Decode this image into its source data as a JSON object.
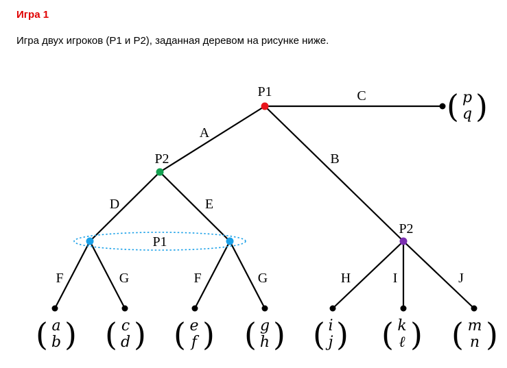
{
  "header": {
    "title": "Игра 1",
    "description": "Игра двух игроков (P1 и P2), заданная деревом на рисунке ниже."
  },
  "tree": {
    "players": {
      "root": "P1",
      "left": "P2",
      "right": "P2",
      "info_set": "P1"
    },
    "edges": {
      "a": "A",
      "b": "B",
      "c": "C",
      "d": "D",
      "e": "E",
      "f1": "F",
      "g1": "G",
      "f2": "F",
      "g2": "G",
      "h": "H",
      "i": "I",
      "j": "J"
    },
    "payoffs": [
      {
        "top": "p",
        "bottom": "q"
      },
      {
        "top": "a",
        "bottom": "b"
      },
      {
        "top": "c",
        "bottom": "d"
      },
      {
        "top": "e",
        "bottom": "f"
      },
      {
        "top": "g",
        "bottom": "h"
      },
      {
        "top": "i",
        "bottom": "j"
      },
      {
        "top": "k",
        "bottom": "ℓ"
      },
      {
        "top": "m",
        "bottom": "n"
      }
    ],
    "colors": {
      "root": "#e8141c",
      "p2_left": "#12a150",
      "info_set": "#1aa0e8",
      "p2_right": "#7a2fb0",
      "leaf": "#000000"
    }
  }
}
